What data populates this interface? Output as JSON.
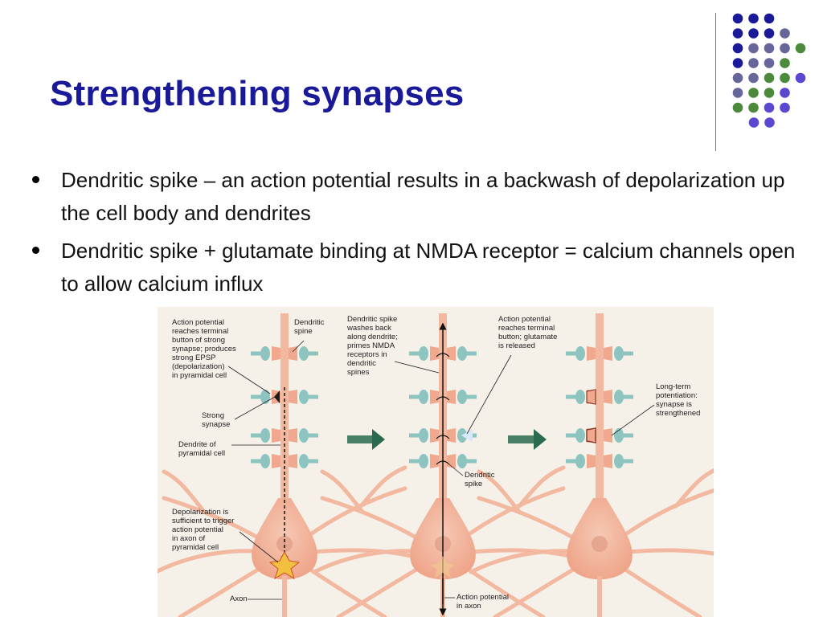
{
  "slide": {
    "title": "Strengthening synapses",
    "bullets": [
      "Dendritic spike – an action potential results in a backwash of depolarization up the cell body and dendrites",
      "Dendritic spike + glutamate binding at NMDA receptor = calcium channels open to allow calcium influx"
    ]
  },
  "colors": {
    "title": "#1a1a99",
    "dot_navy": "#1a1a99",
    "dot_slate": "#66669a",
    "dot_green": "#4a8a3a",
    "dot_violet": "#5a48d0",
    "neuron": "#f2b8a0",
    "terminal": "#8ec4c0",
    "arrow": "#2a6a50"
  },
  "decoration": {
    "dot_grid": [
      [
        "navy",
        "navy",
        "navy"
      ],
      [
        "navy",
        "navy",
        "navy",
        "slate"
      ],
      [
        "navy",
        "slate",
        "slate",
        "slate",
        "green"
      ],
      [
        "navy",
        "slate",
        "slate",
        "green"
      ],
      [
        "slate",
        "slate",
        "green",
        "green",
        "violet"
      ],
      [
        "slate",
        "green",
        "green",
        "violet"
      ],
      [
        "green",
        "green",
        "violet",
        "violet"
      ],
      [
        "violet",
        "violet"
      ]
    ]
  },
  "figure": {
    "panel1_labels": {
      "ap_terminal": [
        "Action potential",
        "reaches terminal",
        "button of strong",
        "synapse; produces",
        "strong EPSP",
        "(depolarization)",
        "in pyramidal cell"
      ],
      "dendritic_spine": [
        "Dendritic",
        "spine"
      ],
      "strong_synapse": [
        "Strong",
        "synapse"
      ],
      "dendrite_of": [
        "Dendrite of",
        "pyramidal cell"
      ],
      "depolarization": [
        "Depolarization is",
        "sufficient to trigger",
        "action potential",
        "in axon of",
        "pyramidal cell"
      ],
      "axon": [
        "Axon"
      ]
    },
    "panel2_labels": {
      "washes_back": [
        "Dendritic spike",
        "washes back",
        "along dendrite;",
        "primes NMDA",
        "receptors in",
        "dendritic",
        "spines"
      ],
      "glutamate_released": [
        "Action potential",
        "reaches terminal",
        "button; glutamate",
        "is released"
      ],
      "dendritic_spike": [
        "Dendritic",
        "spike"
      ],
      "ap_in_axon": [
        "Action potential",
        "in axon"
      ]
    },
    "panel3_labels": {
      "ltp": [
        "Long-term",
        "potentiation:",
        "synapse is",
        "strengthened"
      ]
    }
  }
}
